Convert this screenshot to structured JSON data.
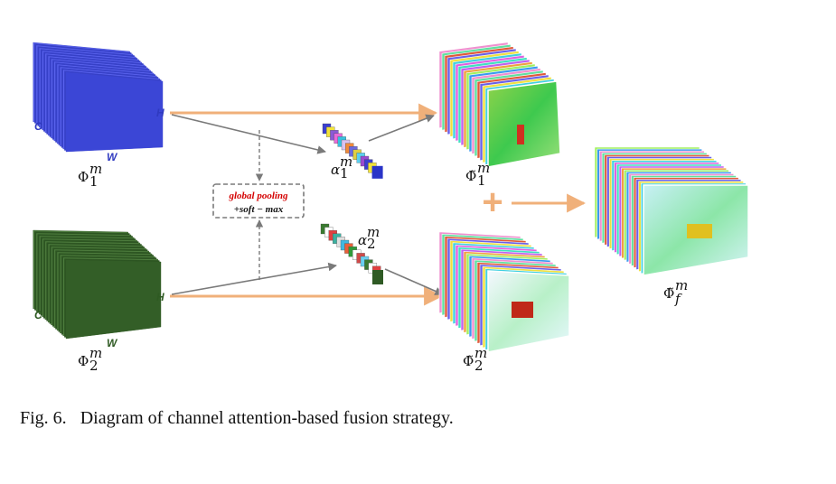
{
  "caption": {
    "fig_number": "Fig. 6.",
    "text": "Diagram of channel attention-based fusion strategy."
  },
  "dims": {
    "c": "C",
    "w": "W",
    "h": "H"
  },
  "pooling_box": {
    "line1": "global pooling",
    "line2": "+soft − max"
  },
  "symbols": {
    "phi1": "Φ",
    "phi2": "Φ",
    "alpha1": "α",
    "alpha2": "α",
    "phi1_tilde": "Φ̃",
    "phi2_tilde": "Φ̃",
    "phif_tilde": "Φ̃",
    "sub_1": "1",
    "sub_2": "2",
    "sub_f": "f",
    "sup_m": "m"
  },
  "plus_sign": "+",
  "colors": {
    "input1": "#4a4ee0",
    "input2": "#3e6b2f",
    "arrow_main": "#f0b07a",
    "arrow_side": "#808080",
    "pool_text_red": "#d40000"
  }
}
